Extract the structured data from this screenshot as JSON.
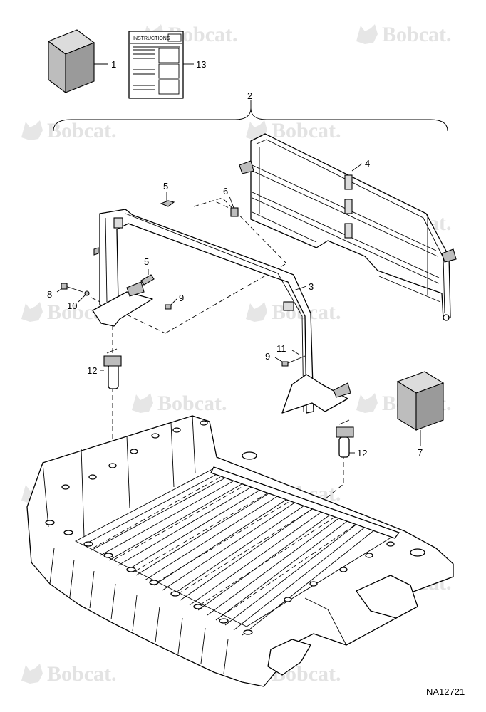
{
  "watermark": {
    "brand": "Bobcat."
  },
  "instruction_sheet": {
    "title": "INSTRUCTIONS"
  },
  "callouts": {
    "c1": "1",
    "c2": "2",
    "c3": "3",
    "c4": "4",
    "c5a": "5",
    "c5b": "5",
    "c6": "6",
    "c7": "7",
    "c8": "8",
    "c9a": "9",
    "c9b": "9",
    "c10": "10",
    "c11": "11",
    "c12a": "12",
    "c12b": "12",
    "c13": "13"
  },
  "drawing_number": "NA12721"
}
